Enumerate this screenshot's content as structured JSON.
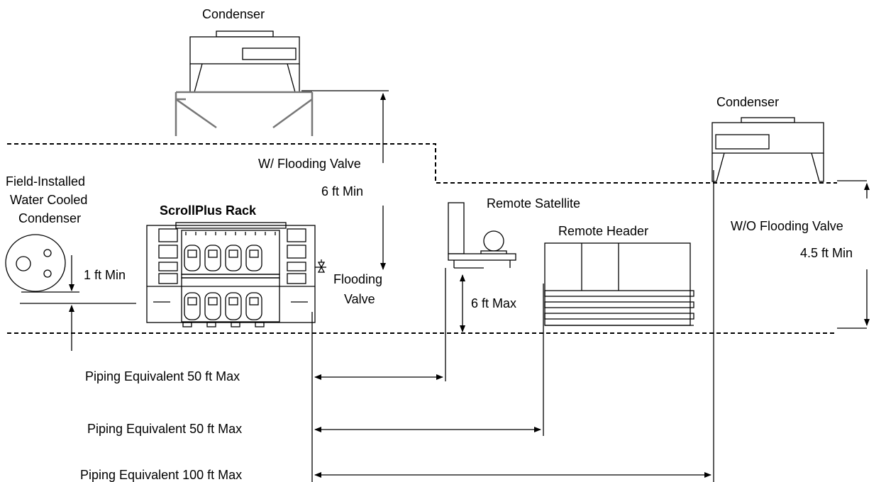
{
  "labels": {
    "condenser_top": "Condenser",
    "condenser_right": "Condenser",
    "field_installed_1": "Field-Installed",
    "field_installed_2": "Water Cooled",
    "field_installed_3": "Condenser",
    "scrollplus_rack": "ScrollPlus Rack",
    "w_flooding_valve": "W/ Flooding Valve",
    "six_ft_min": "6 ft Min",
    "flooding_valve_1": "Flooding",
    "flooding_valve_2": "Valve",
    "one_ft_min": "1 ft Min",
    "remote_satellite": "Remote Satellite",
    "remote_header": "Remote Header",
    "six_ft_max": "6 ft Max",
    "wo_flooding_valve": "W/O Flooding Valve",
    "four_half_ft_min": "4.5 ft Min",
    "piping_1": "Piping Equivalent 50 ft Max",
    "piping_2": "Piping Equivalent 50 ft Max",
    "piping_3": "Piping Equivalent 100 ft Max"
  },
  "icons": {
    "condenser_top": "air-cooled-condenser-icon",
    "condenser_right": "air-cooled-condenser-icon",
    "water_condenser": "water-cooled-condenser-icon",
    "rack": "compressor-rack-icon",
    "satellite": "remote-satellite-icon",
    "header": "remote-header-icon",
    "valve": "flooding-valve-icon"
  }
}
